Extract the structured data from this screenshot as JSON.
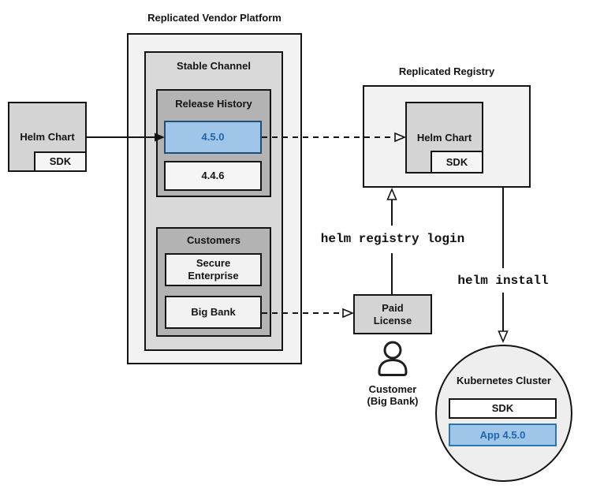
{
  "diagram": {
    "colors": {
      "outer_fill": "#f2f2f2",
      "mid_fill": "#d9d9d9",
      "inner_fill": "#b3b3b3",
      "gray_box_fill": "#d4d4d4",
      "light_box_fill": "#f5f5f5",
      "circle_fill": "#eeeeee",
      "blue_fill": "#9fc5e8",
      "blue_border_dark": "#1f4e79",
      "blue_border_light": "#2e75b6",
      "blue_text": "#2166ac",
      "line": "#141414"
    },
    "platform": {
      "title": "Replicated Vendor Platform",
      "stable_channel": {
        "title": "Stable Channel",
        "release_history": {
          "title": "Release History",
          "versions": [
            {
              "label": "4.5.0",
              "highlighted": true
            },
            {
              "label": "4.4.6",
              "highlighted": false
            }
          ]
        },
        "customers": {
          "title": "Customers",
          "items": [
            {
              "label": "Secure Enterprise"
            },
            {
              "label": "Big Bank"
            }
          ]
        }
      }
    },
    "source": {
      "title": "Helm Chart",
      "sdk": "SDK"
    },
    "registry": {
      "title": "Replicated Registry",
      "helm_chart": {
        "title": "Helm Chart",
        "sdk": "SDK"
      }
    },
    "paid_license": {
      "label": "Paid License"
    },
    "customer": {
      "line1": "Customer",
      "line2": "(Big Bank)"
    },
    "commands": {
      "registry_login": "helm registry login",
      "install": "helm install"
    },
    "cluster": {
      "title": "Kubernetes Cluster",
      "sdk": "SDK",
      "app": "App 4.5.0"
    }
  }
}
